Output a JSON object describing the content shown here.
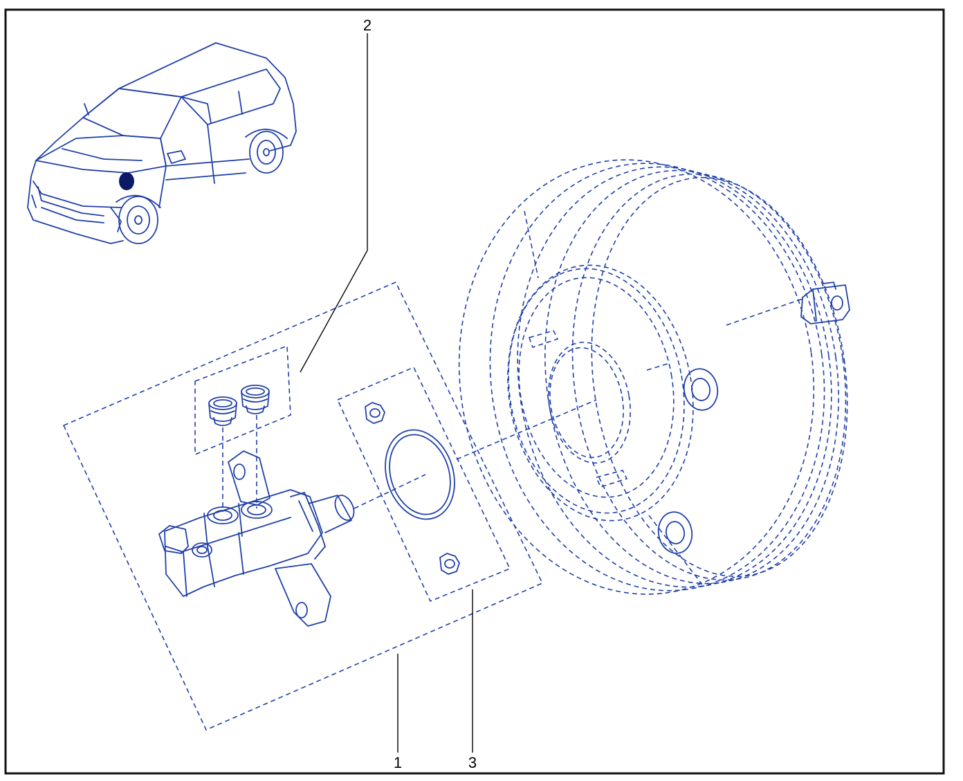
{
  "callouts": [
    {
      "id": "callout-2",
      "text": "2"
    },
    {
      "id": "callout-1",
      "text": "1"
    },
    {
      "id": "callout-3",
      "text": "3"
    }
  ],
  "colors": {
    "line": "#1f3fa8",
    "frame": "#111111",
    "leader": "#000000",
    "marker": "#0a1a66"
  },
  "icons": {
    "vehicle": "suv-vehicle-icon",
    "master_cylinder": "brake-master-cylinder-icon",
    "booster": "brake-booster-icon",
    "seal_plugs": "reservoir-seal-icon",
    "o_ring": "o-ring-seal-icon",
    "nuts": "hex-nut-icon"
  }
}
